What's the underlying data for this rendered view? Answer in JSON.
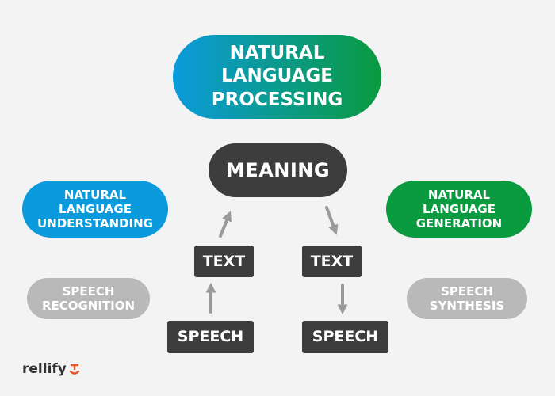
{
  "colors": {
    "nlp_gradient_start": "#0b9bdc",
    "nlp_gradient_end": "#0a9a3f",
    "understanding": "#0b9bdc",
    "generation": "#0a9a3f",
    "dark_node": "#3d3d3d",
    "inactive_node": "#b9b9b9",
    "arrow": "#9a9a9a",
    "logo_accent": "#e8542b"
  },
  "diagram": {
    "top": {
      "label": "NATURAL\nLANGUAGE\nPROCESSING"
    },
    "meaning": {
      "label": "MEANING"
    },
    "understanding": {
      "label": "NATURAL\nLANGUAGE\nUNDERSTANDING"
    },
    "generation": {
      "label": "NATURAL\nLANGUAGE\nGENERATION"
    },
    "speech_recognition": {
      "label": "SPEECH\nRECOGNITION"
    },
    "speech_synthesis": {
      "label": "SPEECH\nSYNTHESIS"
    },
    "text_left": {
      "label": "TEXT"
    },
    "text_right": {
      "label": "TEXT"
    },
    "speech_left": {
      "label": "SPEECH"
    },
    "speech_right": {
      "label": "SPEECH"
    }
  },
  "brand": {
    "name": "rellify",
    "icon": "rellify-logo-icon"
  }
}
